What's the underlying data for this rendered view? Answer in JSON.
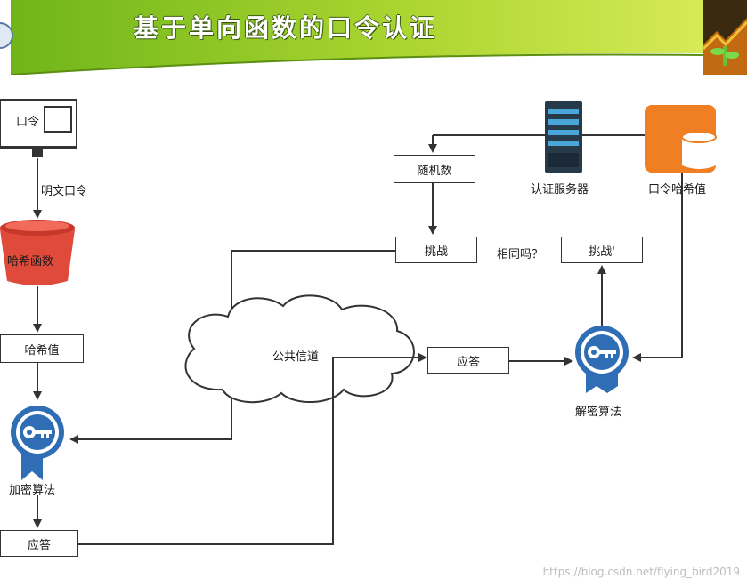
{
  "title": "基于单向函数的口令认证",
  "nodes": {
    "password_screen": "口令",
    "plain_password": "明文口令",
    "hash_function": "哈希函数",
    "hash_value": "哈希值",
    "encryption_algorithm": "加密算法",
    "response_left": "应答",
    "random_number": "随机数",
    "challenge": "挑战",
    "auth_server": "认证服务器",
    "password_hash": "口令哈希值",
    "same_question": "相同吗？",
    "challenge_prime": "挑战'",
    "public_channel": "公共信道",
    "response_mid": "应答",
    "decryption_algorithm": "解密算法"
  },
  "watermark": "https://blog.csdn.net/flying_bird2019",
  "colors": {
    "banner_start": "#7cbf1e",
    "banner_end": "#c7e23f",
    "bucket_red": "#e04a3a",
    "badge_blue": "#2f6db5",
    "database_orange": "#f07e23",
    "server_dark": "#273a4a",
    "line": "#333333"
  }
}
